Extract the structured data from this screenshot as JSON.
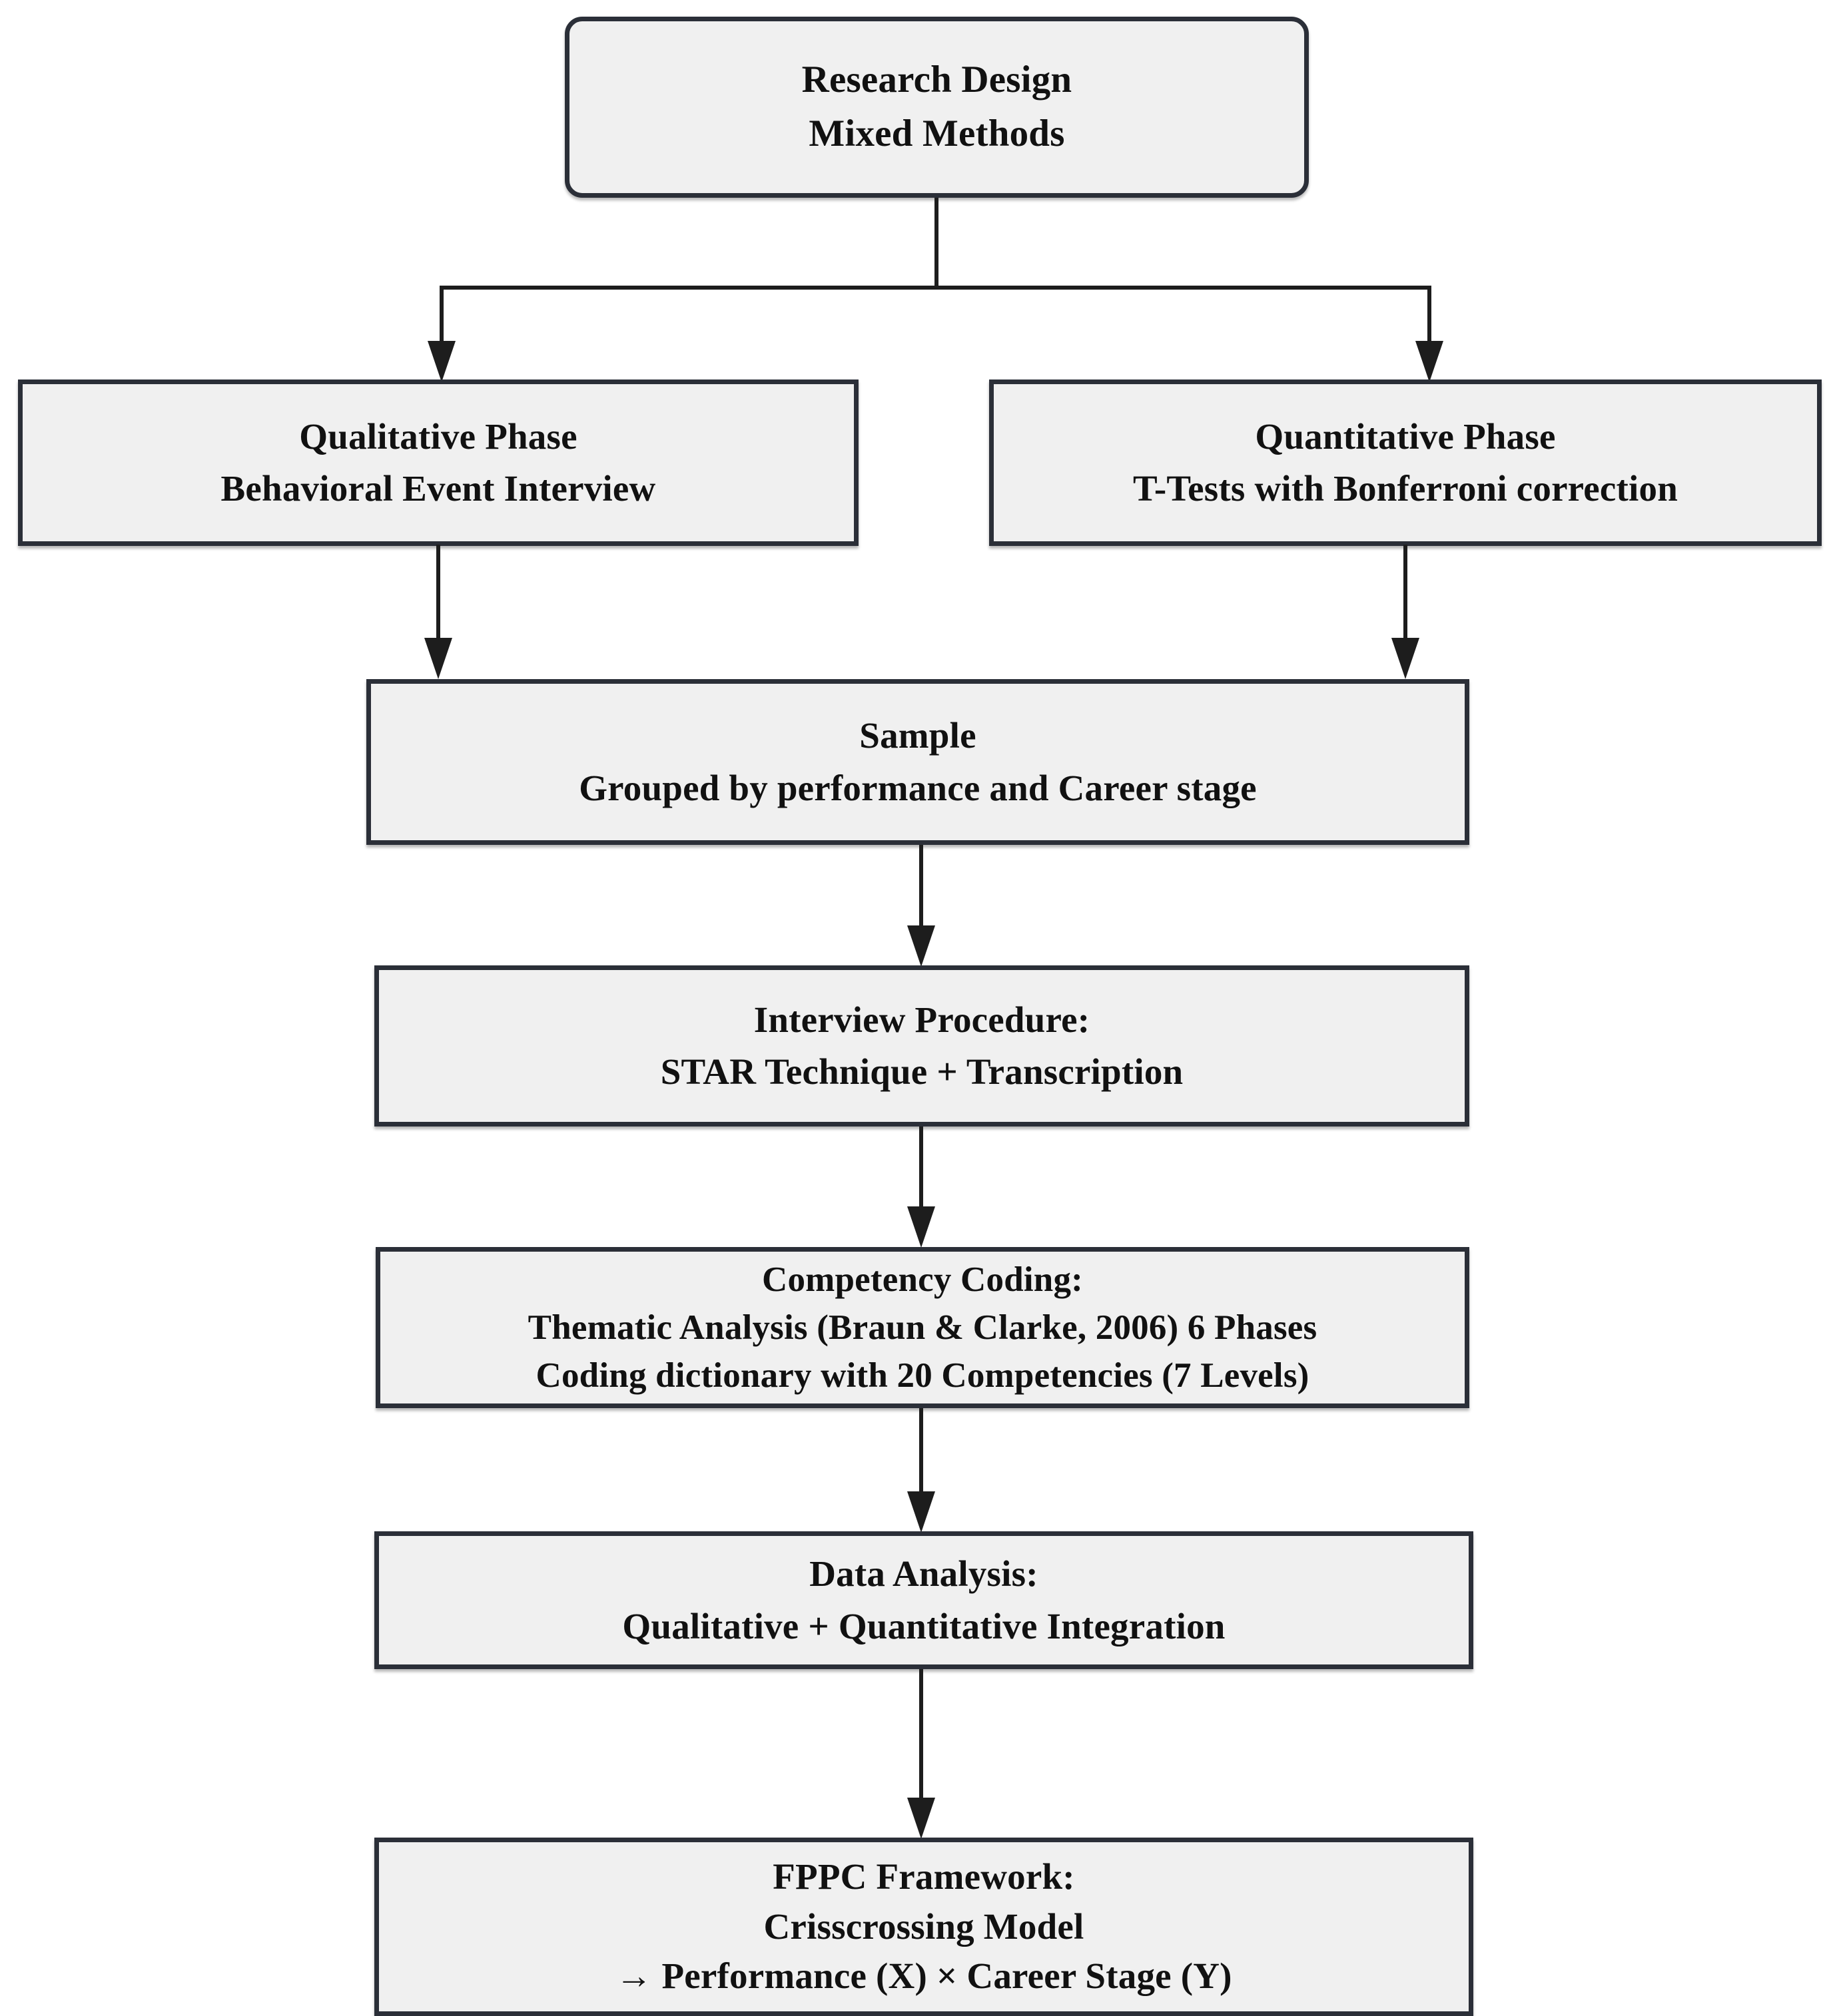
{
  "diagram": {
    "title": "Research methodology flowchart",
    "background_color": "#ffffff",
    "box_fill_color": "#f0f0f0",
    "box_border_color": "#2b2f38",
    "connector_color": "#1d1d1d",
    "nodes": [
      {
        "id": "research-design",
        "lines": [
          "Research Design",
          "Mixed Methods"
        ]
      },
      {
        "id": "qualitative-phase",
        "lines": [
          "Qualitative Phase",
          "Behavioral Event Interview"
        ]
      },
      {
        "id": "quantitative-phase",
        "lines": [
          "Quantitative Phase",
          "T-Tests with Bonferroni correction"
        ]
      },
      {
        "id": "sample",
        "lines": [
          "Sample",
          "Grouped by performance and Career stage"
        ]
      },
      {
        "id": "interview-procedure",
        "lines": [
          "Interview Procedure:",
          "STAR Technique + Transcription"
        ]
      },
      {
        "id": "competency-coding",
        "lines": [
          "Competency Coding:",
          "Thematic Analysis (Braun & Clarke, 2006) 6 Phases",
          "Coding dictionary with 20 Competencies (7 Levels)"
        ]
      },
      {
        "id": "data-analysis",
        "lines": [
          "Data Analysis:",
          "Qualitative + Quantitative Integration"
        ]
      },
      {
        "id": "fppc-framework",
        "lines": [
          "FPPC Framework:",
          "Crisscrossing Model",
          "→ Performance (X) × Career Stage (Y)"
        ]
      }
    ],
    "edges": [
      {
        "id": "research-to-split",
        "from": "research-design",
        "to": "split-bus"
      },
      {
        "id": "split-to-qualitative",
        "from": "split-bus",
        "to": "qualitative-phase"
      },
      {
        "id": "split-to-quantitative",
        "from": "split-bus",
        "to": "quantitative-phase"
      },
      {
        "id": "qualitative-to-sample",
        "from": "qualitative-phase",
        "to": "sample"
      },
      {
        "id": "quantitative-to-sample",
        "from": "quantitative-phase",
        "to": "sample"
      },
      {
        "id": "sample-to-interview",
        "from": "sample",
        "to": "interview-procedure"
      },
      {
        "id": "interview-to-coding",
        "from": "interview-procedure",
        "to": "competency-coding"
      },
      {
        "id": "coding-to-analysis",
        "from": "competency-coding",
        "to": "data-analysis"
      },
      {
        "id": "analysis-to-fppc",
        "from": "data-analysis",
        "to": "fppc-framework"
      }
    ]
  }
}
